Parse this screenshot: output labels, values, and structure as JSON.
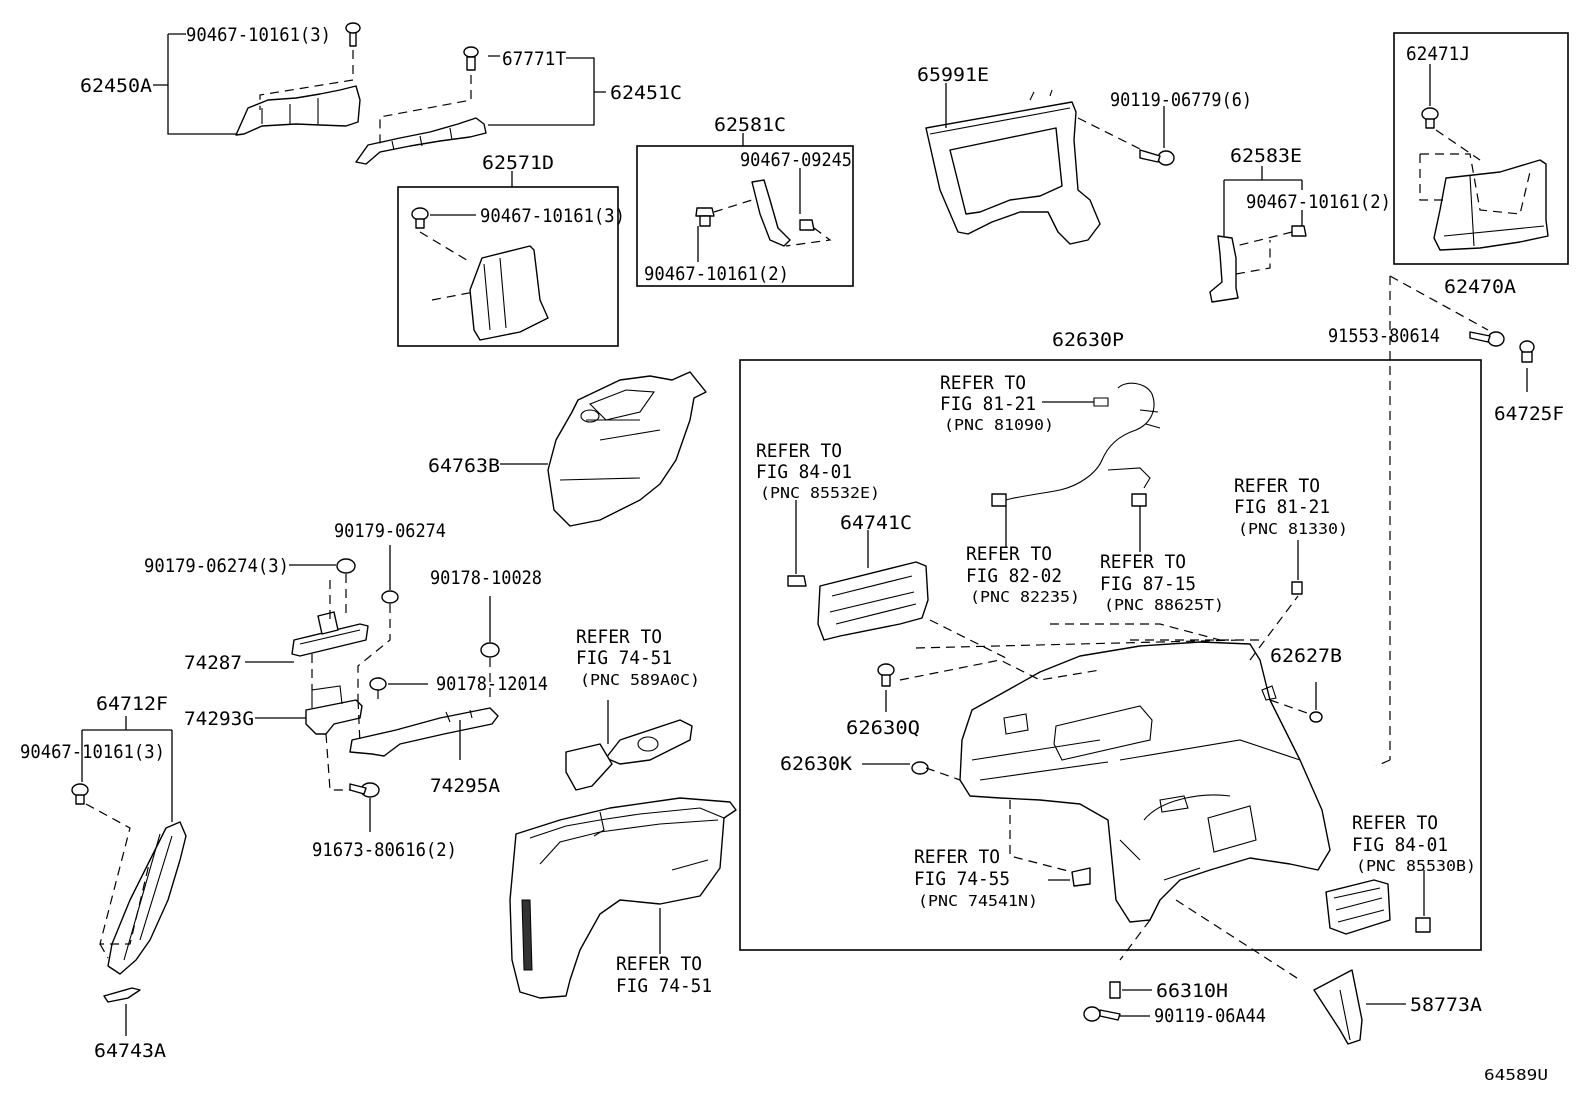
{
  "figure_code": "64589U",
  "parts": {
    "p62450A": "62450A",
    "p90467_10161_3a": "90467-10161(3)",
    "p67771T": "67771T",
    "p62451C": "62451C",
    "p62571D": "62571D",
    "p90467_10161_3b": "90467-10161(3)",
    "p62581C": "62581C",
    "p90467_09245": "90467-09245",
    "p90467_10161_2a": "90467-10161(2)",
    "p65991E": "65991E",
    "p90119_06779": "90119-06779(6)",
    "p62583E": "62583E",
    "p90467_10161_2b": "90467-10161(2)",
    "p62471J": "62471J",
    "p62470A": "62470A",
    "p91553_80614": "91553-80614",
    "p64725F": "64725F",
    "p62630P": "62630P",
    "p64763B": "64763B",
    "p90179_06274": "90179-06274",
    "p90179_06274_3": "90179-06274(3)",
    "p90178_10028": "90178-10028",
    "p74287": "74287",
    "p90178_12014": "90178-12014",
    "p74293G": "74293G",
    "p74295A": "74295A",
    "p91673_80616": "91673-80616(2)",
    "p64712F": "64712F",
    "p90467_10161_3c": "90467-10161(3)",
    "p64743A": "64743A",
    "p64741C": "64741C",
    "p62630Q": "62630Q",
    "p62630K": "62630K",
    "p62627B": "62627B",
    "p66310H": "66310H",
    "p90119_06A44": "90119-06A44",
    "p58773A": "58773A"
  },
  "refers": [
    {
      "l1": "REFER TO",
      "l2": "FIG 81-21",
      "l3": "(PNC 81090)"
    },
    {
      "l1": "REFER TO",
      "l2": "FIG 84-01",
      "l3": "(PNC 85532E)"
    },
    {
      "l1": "REFER TO",
      "l2": "FIG 82-02",
      "l3": "(PNC 82235)"
    },
    {
      "l1": "REFER TO",
      "l2": "FIG 87-15",
      "l3": "(PNC 88625T)"
    },
    {
      "l1": "REFER TO",
      "l2": "FIG 81-21",
      "l3": "(PNC 81330)"
    },
    {
      "l1": "REFER TO",
      "l2": "FIG 74-51",
      "l3": "(PNC 589A0C)"
    },
    {
      "l1": "REFER TO",
      "l2": "FIG 74-55",
      "l3": "(PNC 74541N)"
    },
    {
      "l1": "REFER TO",
      "l2": "FIG 84-01",
      "l3": "(PNC 85530B)"
    },
    {
      "l1": "REFER TO",
      "l2": "FIG 74-51"
    }
  ]
}
